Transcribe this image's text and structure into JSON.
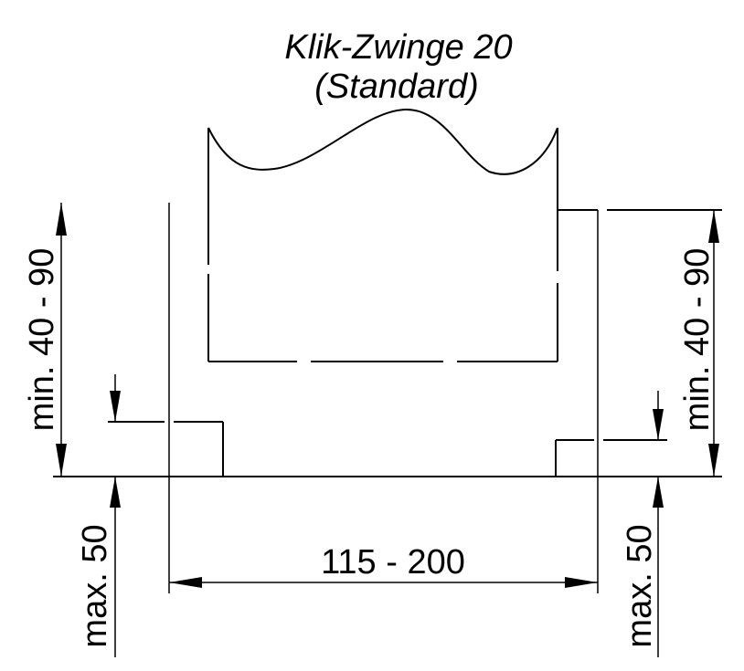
{
  "title": {
    "line1": "Klik-Zwinge 20",
    "line2": "(Standard)"
  },
  "dimensions": {
    "left_height": "min. 40 - 90",
    "right_height": "min. 40 - 90",
    "left_step": "max. 50",
    "right_step": "max. 50",
    "width": "115 - 200"
  },
  "colors": {
    "line": "#000000",
    "background": "#ffffff"
  }
}
